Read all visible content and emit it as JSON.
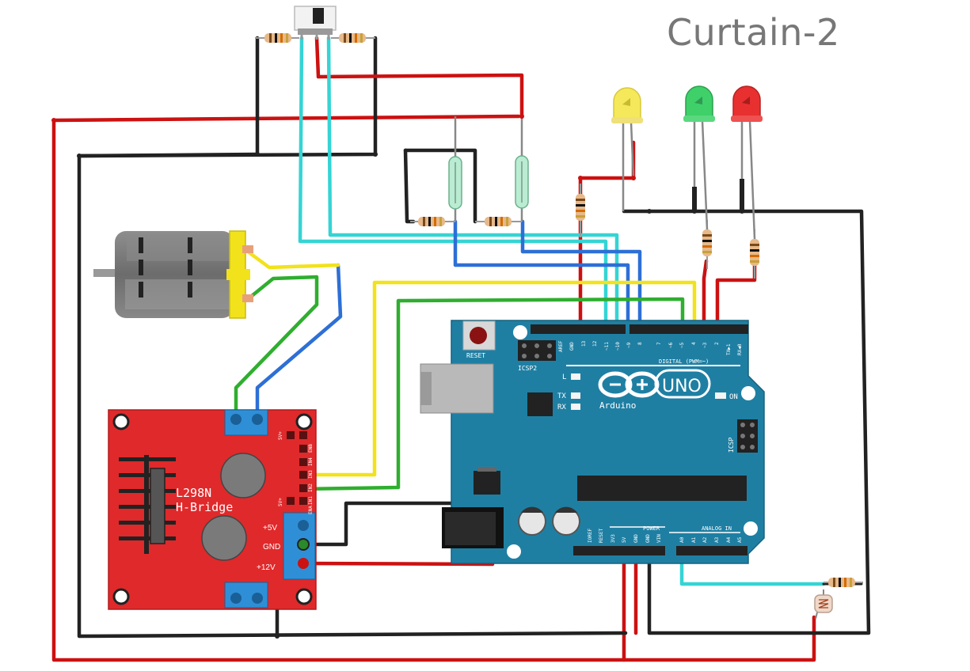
{
  "title": "Curtain-2",
  "hbridge": {
    "name_line1": "L298N",
    "name_line2": "H-Bridge",
    "label_5v": "+5V",
    "label_gnd": "GND",
    "label_12v": "+12V",
    "pin_labels": [
      "5V+",
      "ENB",
      "IN4",
      "IN3",
      "IN2",
      "IN1",
      "ENA",
      "5V+"
    ]
  },
  "arduino": {
    "reset_label": "RESET",
    "icsp2_label": "ICSP2",
    "icsp_label": "ICSP",
    "brand": "UNO",
    "subbrand": "Arduino",
    "digital_label": "DIGITAL (PWM=~)",
    "led_l": "L",
    "led_tx": "TX",
    "led_rx": "RX",
    "on_label": "ON",
    "power_label": "POWER",
    "analog_label": "ANALOG IN",
    "top_pins": [
      "AREF",
      "GND",
      "13",
      "12",
      "~11",
      "~10",
      "~9",
      "8",
      "7",
      "~6",
      "~5",
      "4",
      "~3",
      "2",
      "TX▶1",
      "RX◀0"
    ],
    "power_pins": [
      "IOREF",
      "RESET",
      "3V3",
      "5V",
      "GND",
      "GND",
      "VIN"
    ],
    "analog_pins": [
      "A0",
      "A1",
      "A2",
      "A3",
      "A4",
      "A5"
    ]
  },
  "colors": {
    "red_wire": "#cc1111",
    "black_wire": "#222222",
    "cyan_wire": "#35d4d4",
    "blue_wire": "#2d6fd6",
    "green_wire": "#2fae2f",
    "yellow_wire": "#f2e21b",
    "board_blue": "#1f7fa3",
    "hbridge_red": "#e0292b",
    "led_yellow": "#f5e85a",
    "led_green": "#3fd06a",
    "led_red": "#e83030"
  }
}
